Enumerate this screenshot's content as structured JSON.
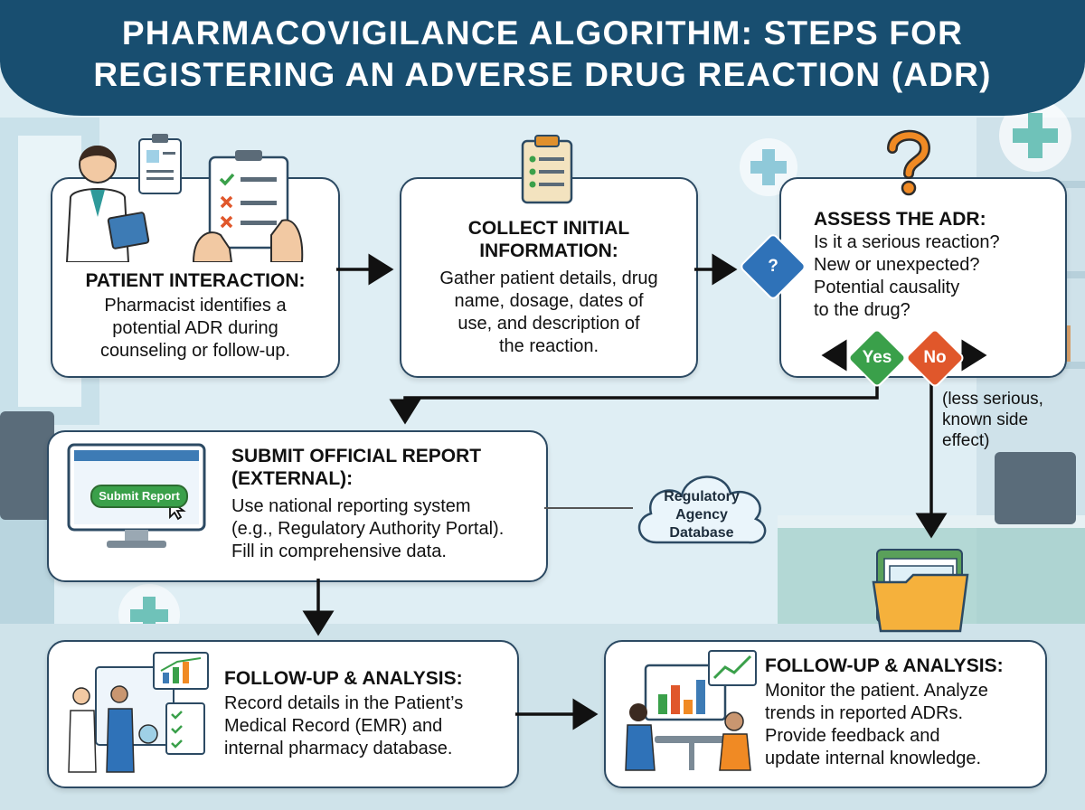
{
  "title": {
    "line1": "PHARMACOVIGILANCE ALGORITHM: STEPS FOR",
    "line2": "REGISTERING AN ADVERSE DRUG REACTION (ADR)"
  },
  "steps": [
    {
      "heading": "PATIENT INTERACTION:",
      "body": [
        "Pharmacist identifies a",
        "potential ADR during",
        "counseling or follow-up."
      ]
    },
    {
      "heading": [
        "COLLECT INITIAL",
        "INFORMATION:"
      ],
      "body": [
        "Gather patient details, drug",
        "name, dosage, dates of",
        "use, and description of",
        "the reaction."
      ]
    },
    {
      "heading": "ASSESS THE ADR:",
      "body": [
        "Is it a serious reaction?",
        "New or unexpected?",
        "Potential causality",
        "to the drug?"
      ]
    },
    {
      "heading": [
        "SUBMIT OFFICIAL REPORT",
        "(EXTERNAL):"
      ],
      "body": [
        "Use national reporting system",
        "(e.g., Regulatory Authority Portal).",
        "Fill in comprehensive data."
      ]
    },
    {
      "heading": "FOLLOW-UP & ANALYSIS:",
      "body": [
        "Record details in the Patient’s",
        "Medical Record (EMR) and",
        "internal pharmacy database."
      ]
    },
    {
      "heading": "FOLLOW-UP & ANALYSIS:",
      "body": [
        "Monitor the patient. Analyze",
        "trends in reported ADRs.",
        "Provide feedback and",
        "update internal knowledge."
      ]
    }
  ],
  "decision": {
    "yes": "Yes",
    "no": "No",
    "no_note": [
      "(less serious,",
      "known side",
      "effect)"
    ]
  },
  "submit_button_label": "Submit Report",
  "cloud_label": [
    "Regulatory",
    "Agency",
    "Database"
  ],
  "colors": {
    "title_bg": "#184e70",
    "card_border": "#2c4a63",
    "yes": "#3aa04a",
    "no": "#e0572b",
    "decision": "#2f72b8",
    "question": "#f08a24"
  }
}
